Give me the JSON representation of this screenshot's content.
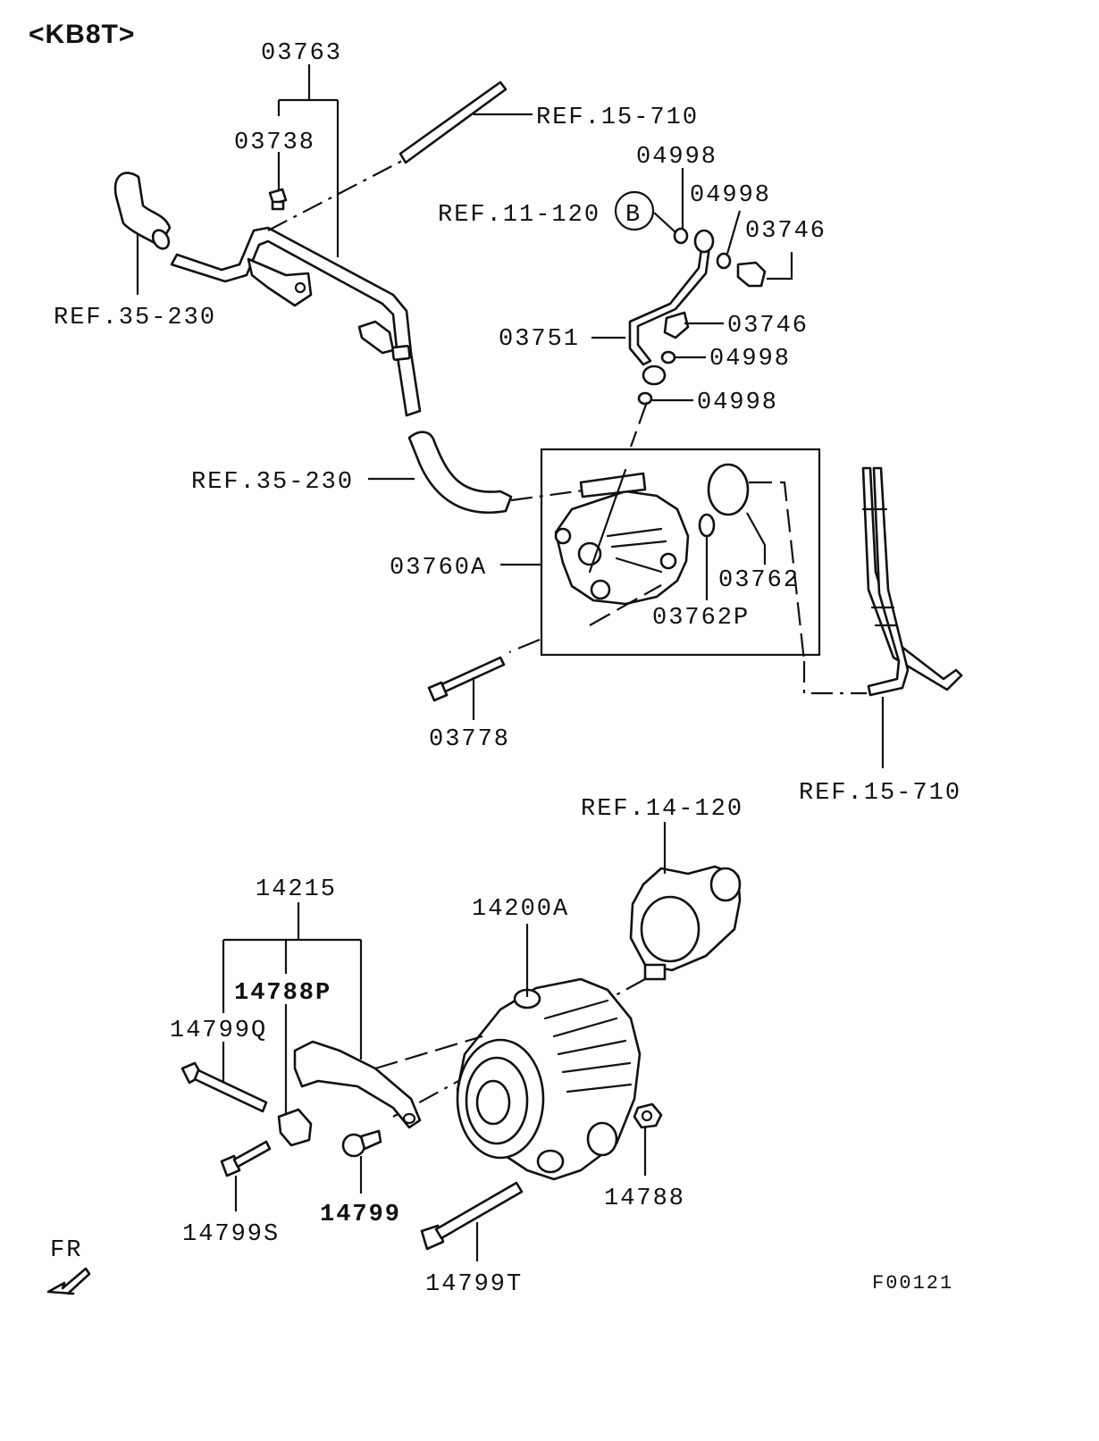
{
  "header": {
    "code": "<KB8T>"
  },
  "footer": {
    "figure_id": "F00121",
    "direction_label": "FR"
  },
  "labels": {
    "p03763": "03763",
    "p03738": "03738",
    "ref_15_710_top": "REF.15-710",
    "p04998_a": "04998",
    "p04998_b": "04998",
    "ref_11_120": "REF.11-120",
    "callout_b": "B",
    "p03746_a": "03746",
    "ref_35_230_left": "REF.35-230",
    "p03746_b": "03746",
    "p03751": "03751",
    "p04998_c": "04998",
    "p04998_d": "04998",
    "ref_35_230_mid": "REF.35-230",
    "p03760a": "03760A",
    "p03762": "03762",
    "p03762p": "03762P",
    "p03778": "03778",
    "ref_15_710_right": "REF.15-710",
    "ref_14_120": "REF.14-120",
    "p14215": "14215",
    "p14200a": "14200A",
    "p14788p": "14788P",
    "p14799q": "14799Q",
    "p14799": "14799",
    "p14799s": "14799S",
    "p14788": "14788",
    "p14799t": "14799T"
  }
}
